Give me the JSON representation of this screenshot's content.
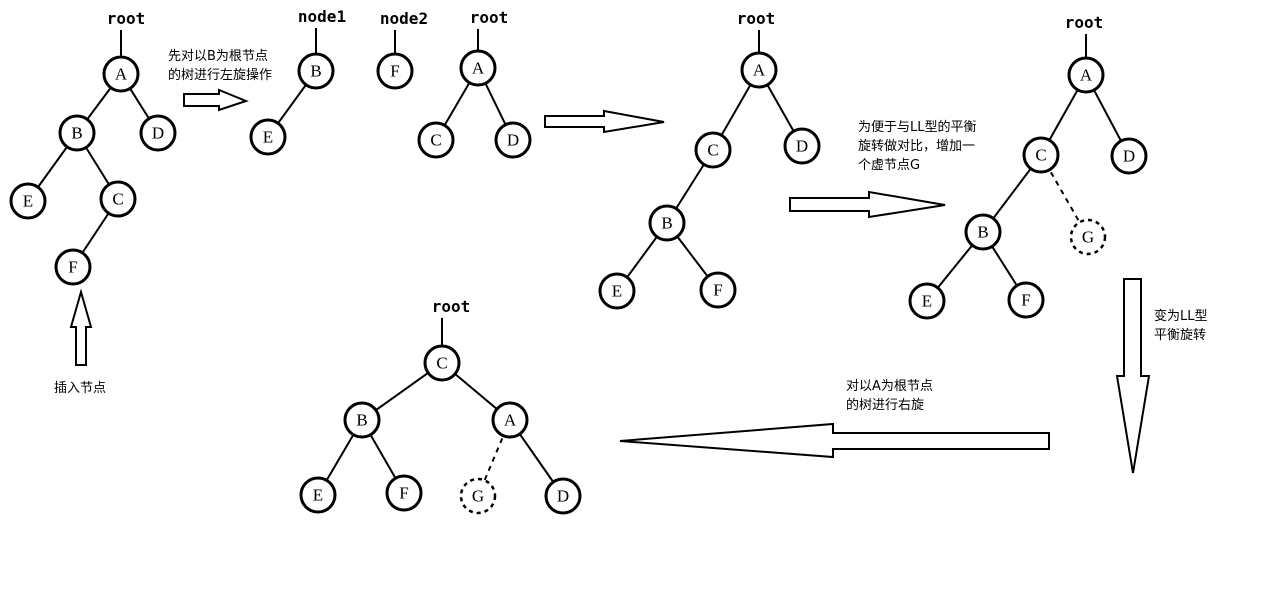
{
  "nodes": {
    "A": "A",
    "B": "B",
    "C": "C",
    "D": "D",
    "E": "E",
    "F": "F",
    "G": "G"
  },
  "pointers": {
    "root": "root",
    "node1": "node1",
    "node2": "node2"
  },
  "notes": {
    "step1_line1": "先对以B为根节点",
    "step1_line2": "的树进行左旋操作",
    "insert": "插入节点",
    "virtual_line1": "为便于与LL型的平衡",
    "virtual_line2": "旋转做对比，增加一",
    "virtual_line3": "个虚节点G",
    "ll_line1": "变为LL型",
    "ll_line2": "平衡旋转",
    "right_line1": "对以A为根节点",
    "right_line2": "的树进行右旋"
  }
}
